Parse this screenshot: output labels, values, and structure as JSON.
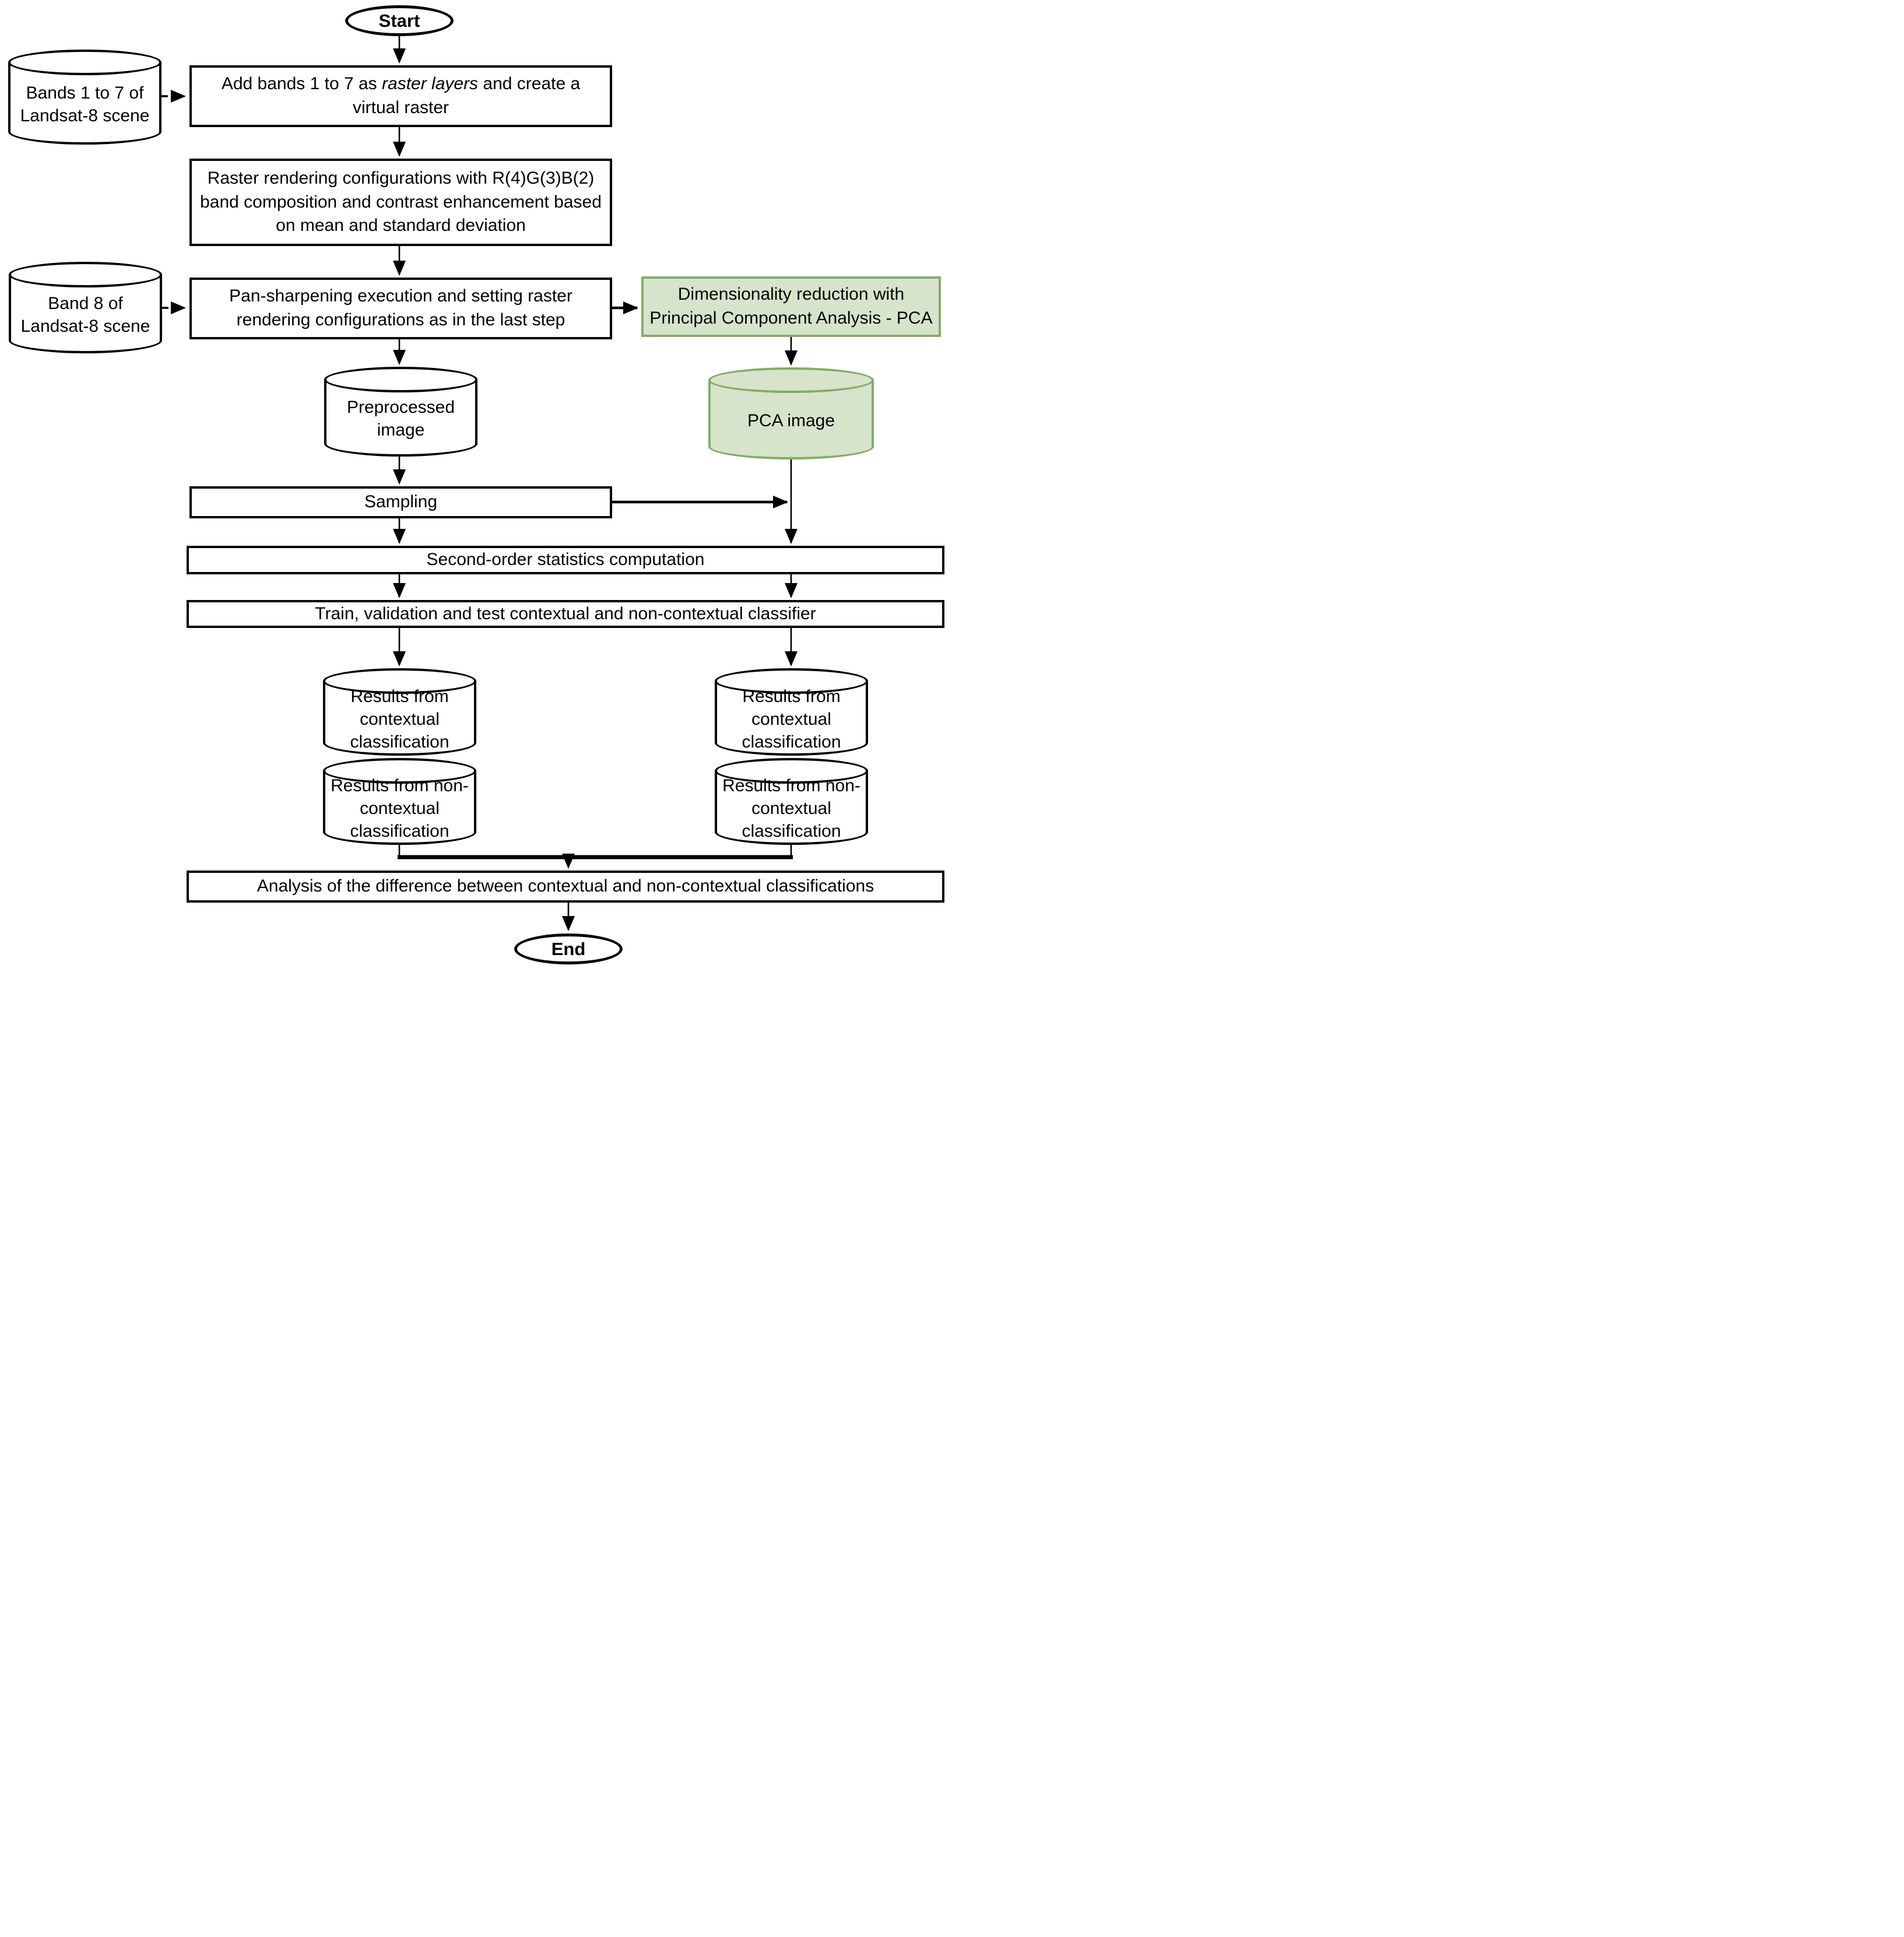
{
  "colors": {
    "pca_fill": "#D6E4CC",
    "pca_border": "#85AC66",
    "line": "#000000",
    "background": "#FFFFFF"
  },
  "nodes": {
    "start": "Start",
    "bands_1_7": "Bands 1 to 7 of Landsat-8 scene",
    "add_bands": {
      "pre": "Add bands 1 to 7 as ",
      "em": "raster layers",
      "post": " and create a virtual raster"
    },
    "raster_config": "Raster rendering configurations with R(4)G(3)B(2) band composition and contrast enhancement based on mean and standard deviation",
    "band_8": "Band 8 of Landsat-8 scene",
    "pan_sharpening": "Pan-sharpening execution and setting raster rendering configurations as in the last step",
    "pca_reduction": "Dimensionality reduction with Principal Component Analysis - PCA",
    "preprocessed_image": "Preprocessed image",
    "pca_image": "PCA image",
    "sampling": "Sampling",
    "second_order": "Second-order statistics computation",
    "train": "Train, validation and test contextual and non-contextual classifier",
    "results_contextual": "Results from contextual classification",
    "results_non_contextual": "Results from non-contextual classification",
    "analysis": "Analysis of the difference between contextual and non-contextual classifications",
    "end": "End"
  }
}
